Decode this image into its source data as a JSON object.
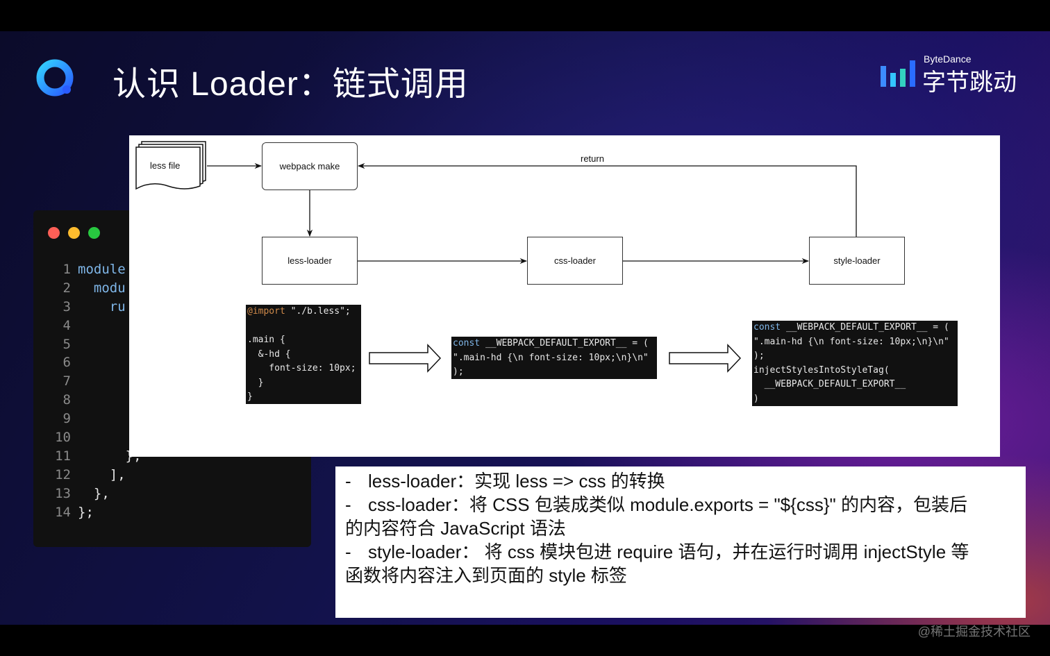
{
  "slide": {
    "title": "认识 Loader：链式调用",
    "brand_sub": "ByteDance",
    "brand_main": "字节跳动"
  },
  "editor": {
    "dot_colors": [
      "#ff5f57",
      "#febc2e",
      "#28c840"
    ],
    "lines": [
      {
        "num": "1",
        "text": "module"
      },
      {
        "num": "2",
        "text": "  modu"
      },
      {
        "num": "3",
        "text": "    ru"
      },
      {
        "num": "4",
        "text": ""
      },
      {
        "num": "5",
        "text": ""
      },
      {
        "num": "6",
        "text": ""
      },
      {
        "num": "7",
        "text": ""
      },
      {
        "num": "8",
        "text": ""
      },
      {
        "num": "9",
        "text": ""
      },
      {
        "num": "10",
        "text": ""
      },
      {
        "num": "11",
        "text": "      },"
      },
      {
        "num": "12",
        "text": "    ],"
      },
      {
        "num": "13",
        "text": "  },"
      },
      {
        "num": "14",
        "text": "};"
      }
    ]
  },
  "diagram": {
    "less_file": "less file",
    "webpack_make": "webpack make",
    "return_label": "return",
    "less_loader": "less-loader",
    "css_loader": "css-loader",
    "style_loader": "style-loader",
    "code1": [
      {
        "a": "@import",
        "b": " \"./b.less\";"
      },
      {
        "a": "",
        "b": ""
      },
      {
        "a": "",
        "b": ".main {"
      },
      {
        "a": "",
        "b": "  &-hd {"
      },
      {
        "a": "",
        "b": "    font-size: 10px;"
      },
      {
        "a": "",
        "b": "  }"
      },
      {
        "a": "",
        "b": "}"
      }
    ],
    "code2": [
      {
        "a": "const",
        "b": " __WEBPACK_DEFAULT_EXPORT__ = ("
      },
      {
        "a": "",
        "b": "\".main-hd {\\n font-size: 10px;\\n}\\n\""
      },
      {
        "a": "",
        "b": ");"
      }
    ],
    "code3": [
      {
        "a": "const",
        "b": " __WEBPACK_DEFAULT_EXPORT__ = ("
      },
      {
        "a": "",
        "b": "\".main-hd {\\n font-size: 10px;\\n}\\n\""
      },
      {
        "a": "",
        "b": ");"
      },
      {
        "a": "",
        "b": "injectStylesIntoStyleTag("
      },
      {
        "a": "",
        "b": "  __WEBPACK_DEFAULT_EXPORT__"
      },
      {
        "a": "",
        "b": ")"
      }
    ]
  },
  "notes": {
    "dash": "-",
    "item1": "less-loader：实现 less => css 的转换",
    "item2_line1": "css-loader：将 CSS 包装成类似 module.exports = \"${css}\" 的内容，包装后",
    "item2_line2": "的内容符合 JavaScript 语法",
    "item3_line1": "style-loader： 将 css 模块包进 require 语句，并在运行时调用 injectStyle 等",
    "item3_line2": "函数将内容注入到页面的 style 标签"
  },
  "watermark": "@稀土掘金技术社区"
}
